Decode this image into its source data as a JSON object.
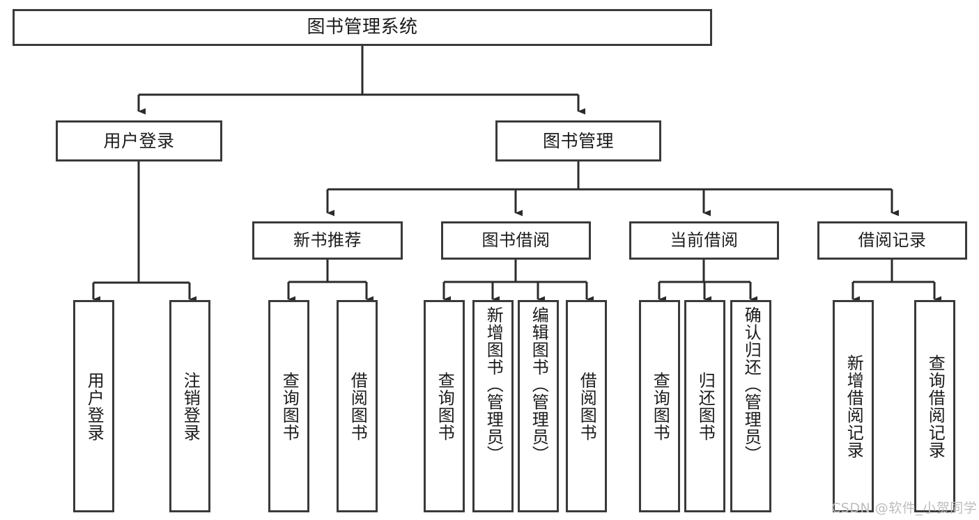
{
  "diagram": {
    "title": "图书管理系统",
    "type": "tree-hierarchy-chart",
    "watermark": "CSDN @软件_小贺同学",
    "colors": {
      "background": "#ffffff",
      "box_border": "#3a3a3a",
      "box_fill": "#ffffff",
      "connector": "#2b2b2b",
      "text": "#1b1b1b",
      "watermark": "#bdbdbd"
    },
    "root": {
      "label": "图书管理系统"
    },
    "level2": [
      {
        "label": "用户登录"
      },
      {
        "label": "图书管理"
      }
    ],
    "level3": [
      {
        "label": "新书推荐"
      },
      {
        "label": "图书借阅"
      },
      {
        "label": "当前借阅"
      },
      {
        "label": "借阅记录"
      }
    ],
    "leaves": {
      "user_login": [
        {
          "label": "用户登录"
        },
        {
          "label": "注销登录"
        }
      ],
      "new_book_recommend": [
        {
          "label": "查询图书"
        },
        {
          "label": "借阅图书"
        }
      ],
      "book_borrow": [
        {
          "label": "查询图书"
        },
        {
          "label": "新增图书（管理员）"
        },
        {
          "label": "编辑图书（管理员）"
        },
        {
          "label": "借阅图书"
        }
      ],
      "current_borrow": [
        {
          "label": "查询图书"
        },
        {
          "label": "归还图书"
        },
        {
          "label": "确认归还（管理员）"
        }
      ],
      "borrow_record": [
        {
          "label": "新增借阅记录"
        },
        {
          "label": "查询借阅记录"
        }
      ]
    }
  }
}
